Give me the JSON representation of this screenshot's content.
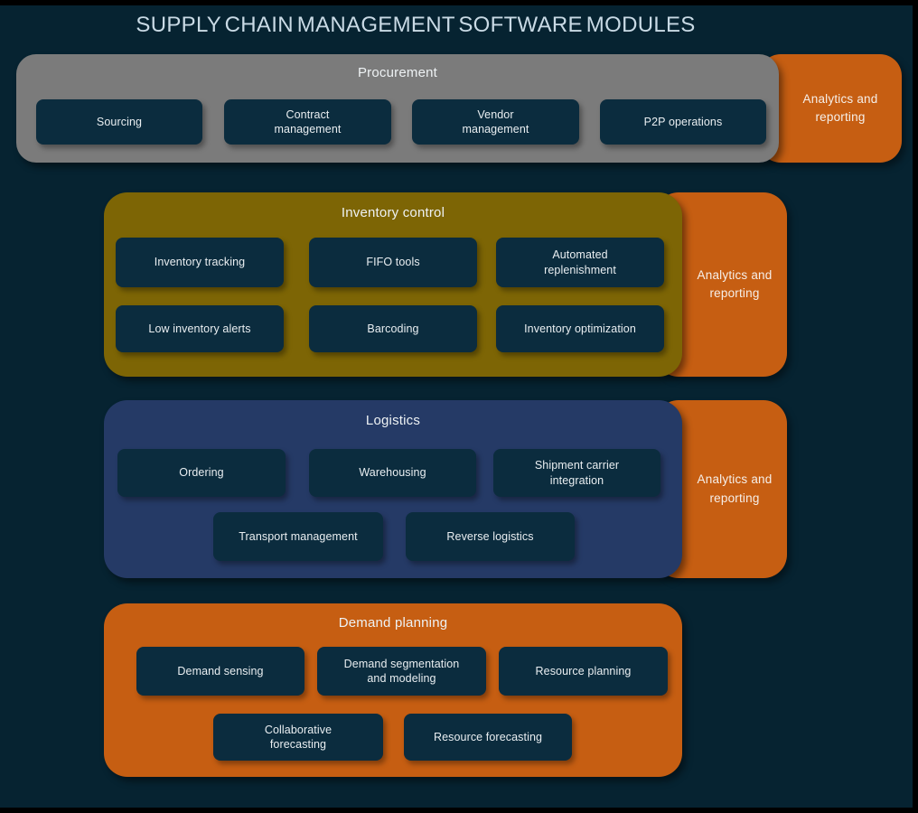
{
  "title": "SUPPLY CHAIN MANAGEMENT SOFTWARE MODULES",
  "colors": {
    "background": "#062331",
    "frame": "#000000",
    "module_box": "#0b2c3e",
    "analytics_orange": "#c65e12",
    "procurement": "#7b7b7b",
    "inventory_control": "#7d6505",
    "logistics": "#253a66",
    "demand_planning": "#c65e12",
    "title_text": "#c9dae5",
    "label_text": "#eef2f4"
  },
  "sections": [
    {
      "label": "Procurement",
      "color": "#7b7b7b",
      "analytics_label": "Analytics and\nreporting",
      "items": [
        "Sourcing",
        "Contract\nmanagement",
        "Vendor\nmanagement",
        "P2P operations"
      ]
    },
    {
      "label": "Inventory control",
      "color": "#7d6505",
      "analytics_label": "Analytics and\nreporting",
      "items": [
        "Inventory tracking",
        "FIFO tools",
        "Automated\nreplenishment",
        "Low inventory alerts",
        "Barcoding",
        "Inventory optimization"
      ]
    },
    {
      "label": "Logistics",
      "color": "#253a66",
      "analytics_label": "Analytics and\nreporting",
      "items": [
        "Ordering",
        "Warehousing",
        "Shipment carrier\nintegration",
        "Transport management",
        "Reverse logistics"
      ]
    },
    {
      "label": "Demand planning",
      "color": "#c65e12",
      "items": [
        "Demand sensing",
        "Demand segmentation\nand modeling",
        "Resource planning",
        "Collaborative\nforecasting",
        "Resource forecasting"
      ]
    }
  ]
}
